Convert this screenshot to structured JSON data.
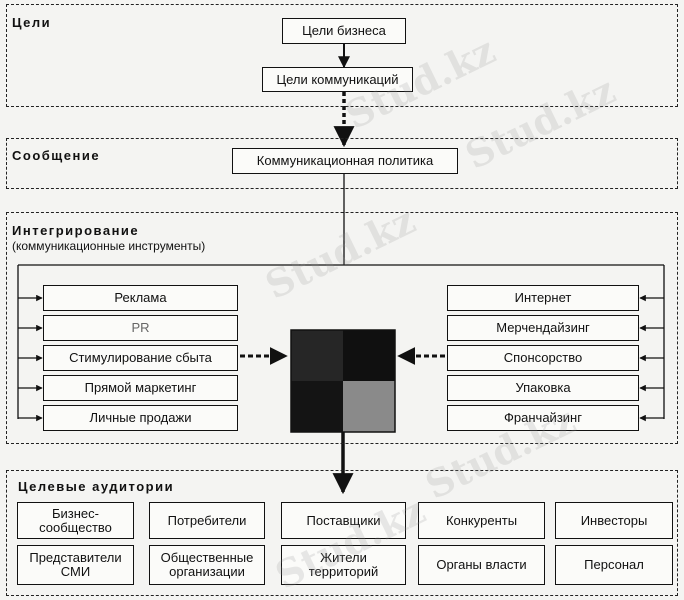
{
  "sections": {
    "goals": {
      "title": "Цели"
    },
    "message": {
      "title": "Сообщение"
    },
    "integration": {
      "title": "Интегрирование",
      "subtitle": "(коммуникационные инструменты)"
    },
    "audiences": {
      "title": "Целевые аудитории"
    }
  },
  "nodes": {
    "business_goals": "Цели бизнеса",
    "communication_goals": "Цели коммуникаций",
    "communication_policy": "Коммуникационная политика"
  },
  "tools_left": [
    "Реклама",
    "PR",
    "Стимулирование сбыта",
    "Прямой маркетинг",
    "Личные продажи"
  ],
  "tools_right": [
    "Интернет",
    "Мерчендайзинг",
    "Спонсорство",
    "Упаковка",
    "Франчайзинг"
  ],
  "audiences_row1": [
    "Бизнес-\nсообщество",
    "Потребители",
    "Поставщики",
    "Конкуренты",
    "Инвесторы"
  ],
  "audiences_row2": [
    "Представители\nСМИ",
    "Общественные\nорганизации",
    "Жители\nтерриторий",
    "Органы власти",
    "Персонал"
  ],
  "watermark": "Stud.kz",
  "colors": {
    "line": "#111111",
    "matrix_dark": "#1c1c1c",
    "matrix_light": "#8a8a8a"
  }
}
